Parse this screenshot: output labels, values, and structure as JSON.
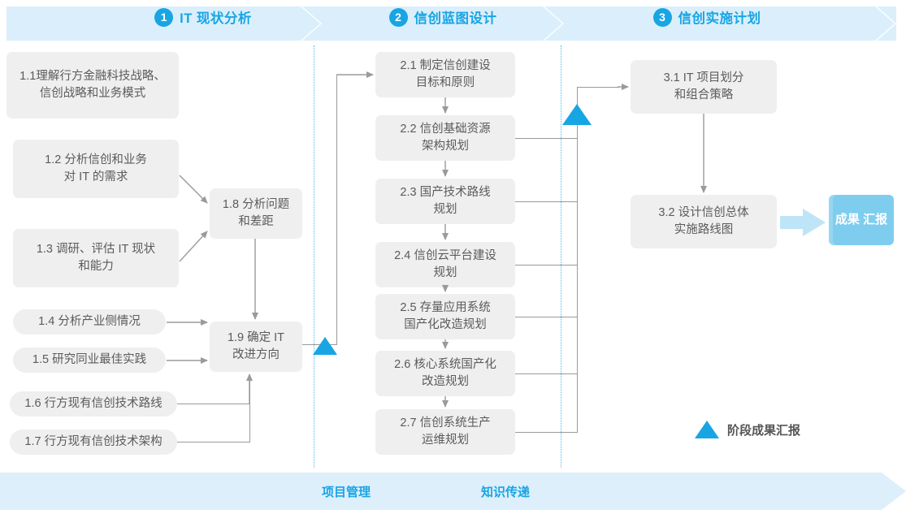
{
  "phases": [
    {
      "num": "1",
      "title": "IT 现状分析"
    },
    {
      "num": "2",
      "title": "信创蓝图设计"
    },
    {
      "num": "3",
      "title": "信创实施计划"
    }
  ],
  "boxes": {
    "b11": "1.1理解行方金融科技战略、\n信创战略和业务模式",
    "b11_l1": "1.1理解行方金融科技战略、",
    "b11_l2": "信创战略和业务模式",
    "b12_l1": "1.2 分析信创和业务",
    "b12_l2": "对 IT 的需求",
    "b13_l1": "1.3 调研、评估 IT 现状",
    "b13_l2": "和能力",
    "b14": "1.4 分析产业侧情况",
    "b15": "1.5 研究同业最佳实践",
    "b16": "1.6 行方现有信创技术路线",
    "b17": "1.7 行方现有信创技术架构",
    "b18_l1": "1.8 分析问题",
    "b18_l2": "和差距",
    "b19_l1": "1.9 确定 IT",
    "b19_l2": "改进方向",
    "b21_l1": "2.1 制定信创建设",
    "b21_l2": "目标和原则",
    "b22_l1": "2.2 信创基础资源",
    "b22_l2": "架构规划",
    "b23_l1": "2.3 国产技术路线",
    "b23_l2": "规划",
    "b24_l1": "2.4 信创云平台建设",
    "b24_l2": "规划",
    "b25_l1": "2.5 存量应用系统",
    "b25_l2": "国产化改造规划",
    "b26_l1": "2.6 核心系统国产化",
    "b26_l2": "改造规划",
    "b27_l1": "2.7 信创系统生产",
    "b27_l2": "运维规划",
    "b31_l1": "3.1 IT 项目划分",
    "b31_l2": "和组合策略",
    "b32_l1": "3.2 设计信创总体",
    "b32_l2": "实施路线图"
  },
  "deliverable": {
    "line1": "成果",
    "line2": "汇报"
  },
  "legend": {
    "label": "阶段成果汇报"
  },
  "bottom": {
    "left_label": "项目管理",
    "right_label": "知识传递"
  },
  "colors": {
    "accent": "#18A5E4",
    "band": "#daeffb",
    "box": "#efefef",
    "box_text": "#5b5b5b",
    "deliverable": "#7FCDEE",
    "connector": "#9a9a9a",
    "divider": "#44BCE8"
  }
}
